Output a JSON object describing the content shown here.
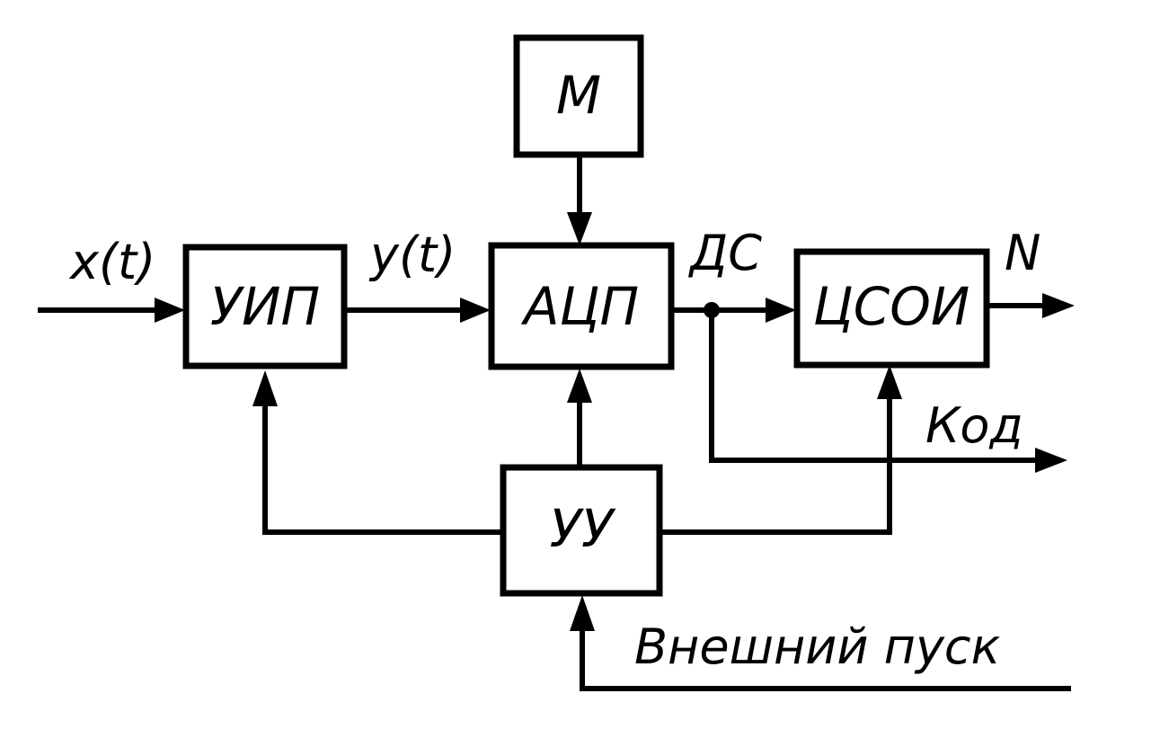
{
  "blocks": {
    "m": "М",
    "uip": "УИП",
    "acp": "АЦП",
    "csoi": "ЦСОИ",
    "uu": "УУ"
  },
  "signals": {
    "input": "x(t)",
    "intermediate": "y(t)",
    "ds": "ДС",
    "output": "N",
    "code": "Код",
    "external_start": "Внешний пуск"
  },
  "colors": {
    "stroke": "#000000",
    "background": "#ffffff"
  }
}
